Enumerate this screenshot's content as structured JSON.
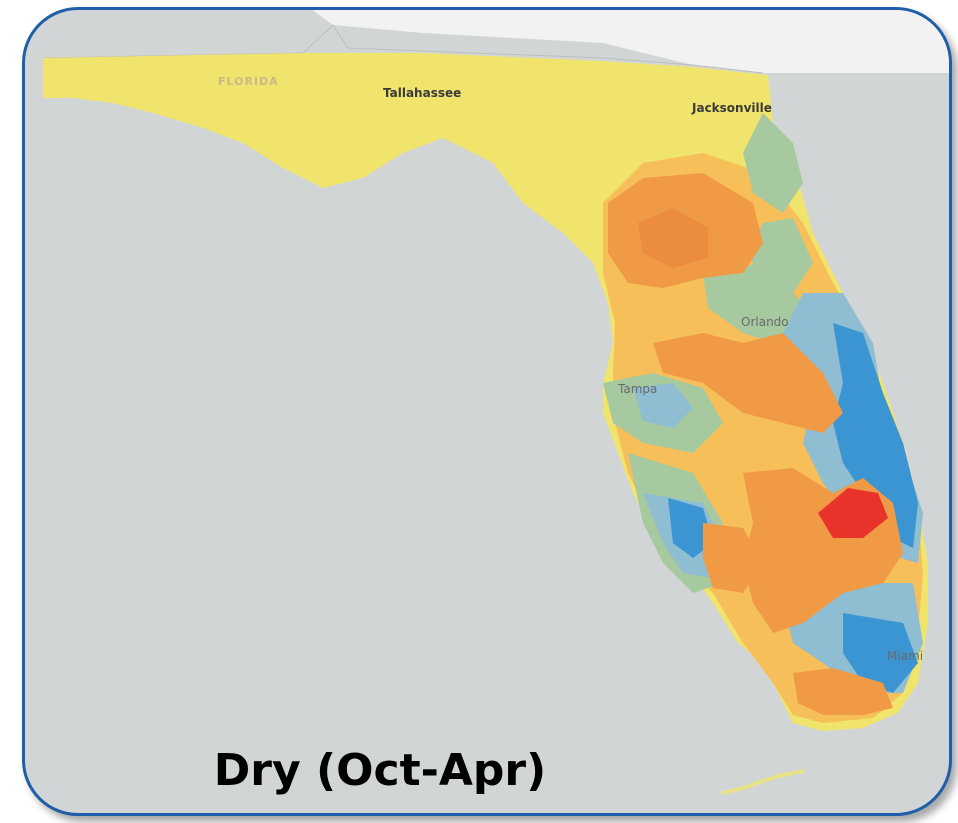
{
  "map": {
    "state_label": "FLORIDA",
    "cities": {
      "tallahassee": "Tallahassee",
      "jacksonville": "Jacksonville",
      "orlando": "Orlando",
      "tampa": "Tampa",
      "miami": "Miami"
    },
    "caption": "Dry (Oct-Apr)",
    "colors": {
      "ocean": "#d2d5d6",
      "land_neighbor": "#f2f2f2",
      "yellow": "#f1e46c",
      "light_orange": "#f6bf5a",
      "orange": "#f19a45",
      "red": "#e8332a",
      "green": "#a6c9a0",
      "light_blue": "#8fbdd1",
      "blue": "#3b95d3",
      "frame_border": "#1f5ea8"
    }
  }
}
